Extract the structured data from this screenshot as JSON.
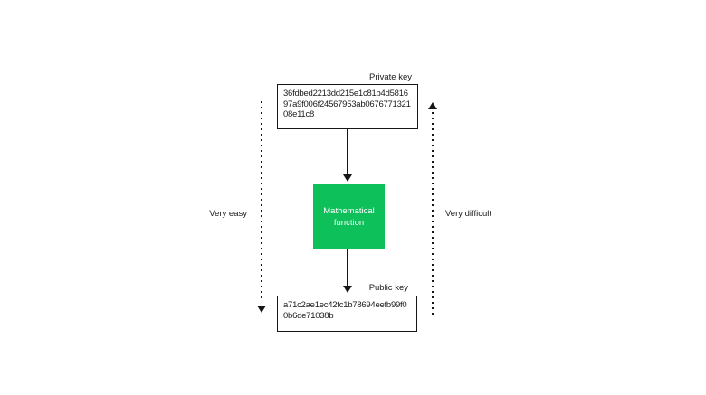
{
  "diagram": {
    "private_key": {
      "label": "Private key",
      "value": "36fdbed2213dd215e1c81b4d5816\n97a9f006f24567953ab0676771321\n08e11c8"
    },
    "function_box": {
      "label": "Mathematical\nfunction"
    },
    "public_key": {
      "label": "Public key",
      "value": "a71c2ae1ec42fc1b78694eefb99f0\n0b6de71038b"
    },
    "left_annotation": "Very easy",
    "right_annotation": "Very difficult",
    "colors": {
      "function_box_bg": "#0dc05a",
      "function_box_text": "#ffffff",
      "line": "#161616",
      "text": "#1c1c1c",
      "background": "#ffffff"
    }
  }
}
